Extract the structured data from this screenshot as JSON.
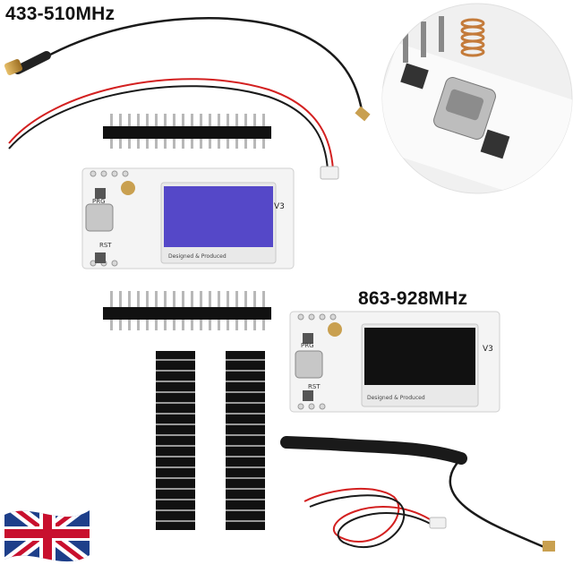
{
  "labels": {
    "band_low": "433-510MHz",
    "band_high": "863-928MHz"
  },
  "board_marks": {
    "version": "V3",
    "prg": "PRG",
    "rst": "RST",
    "credit": "Designed & Produced"
  },
  "icons": {
    "flag": "uk-flag-icon",
    "usb": "usb-c-port-icon",
    "antenna": "spring-antenna-icon"
  },
  "colors": {
    "board": "#f4f4f4",
    "oled_on": "#5548c8",
    "oled_off": "#111111",
    "pin": "#111111",
    "wire_red": "#d32020",
    "wire_black": "#1a1a1a",
    "gold": "#c99a3a"
  }
}
